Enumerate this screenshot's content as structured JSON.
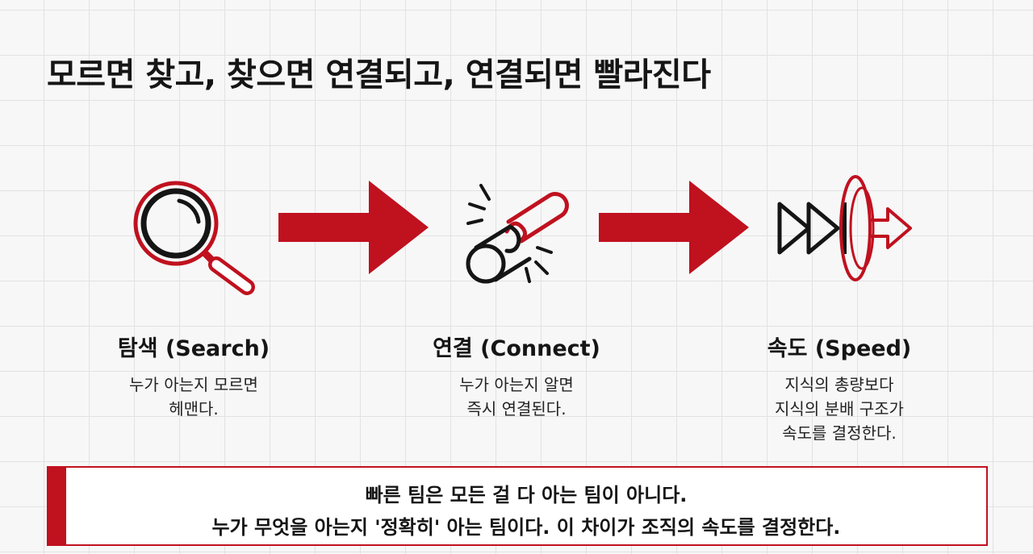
{
  "title": "모르면 찾고, 찾으면 연결되고, 연결되면 빨라진다",
  "colors": {
    "accent": "#c0111f",
    "ink": "#151515",
    "background": "#f7f7f7"
  },
  "stages": [
    {
      "icon": "magnifier-icon",
      "title": "탐색 (Search)",
      "desc": [
        "누가 아는지 모르면",
        "헤맨다."
      ]
    },
    {
      "icon": "chain-link-icon",
      "title": "연결 (Connect)",
      "desc": [
        "누가 아는지 알면",
        "즉시 연결된다."
      ]
    },
    {
      "icon": "fast-forward-icon",
      "title": "속도 (Speed)",
      "desc": [
        "지식의 총량보다",
        "지식의 분배 구조가",
        "속도를 결정한다."
      ]
    }
  ],
  "callout": {
    "line1": "빠른 팀은 모든 걸 다 아는 팀이 아니다.",
    "line2": "누가 무엇을 아는지 '정확히' 아는 팀이다. 이 차이가 조직의 속도를 결정한다."
  }
}
